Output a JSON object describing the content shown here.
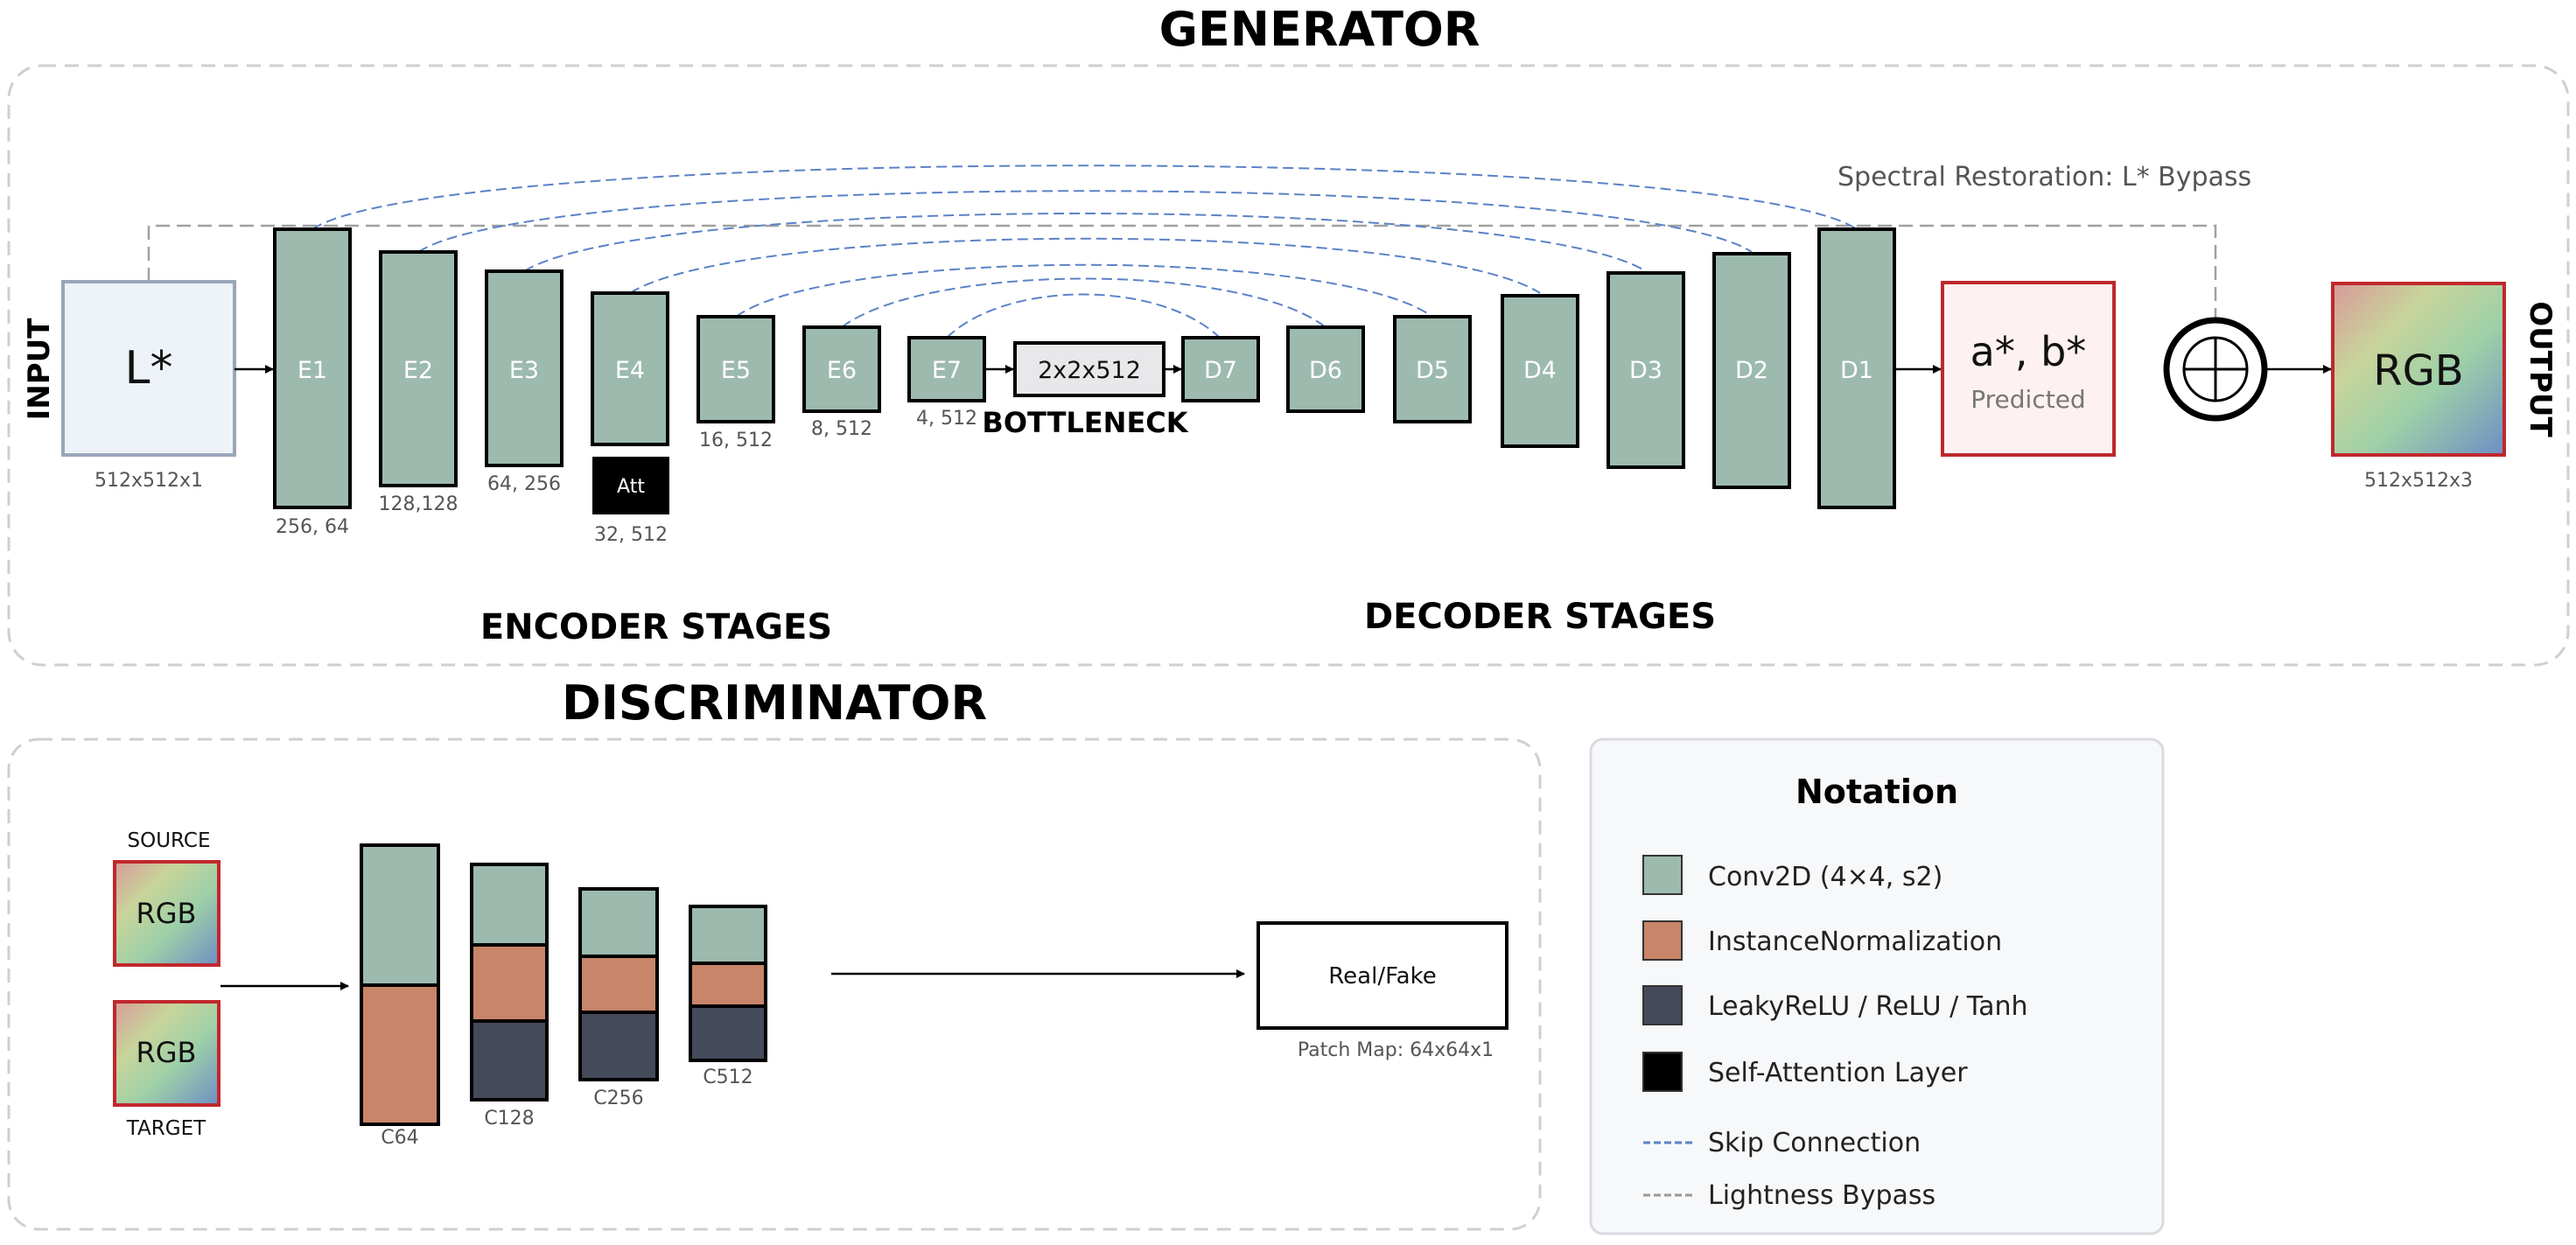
{
  "generator": {
    "title": "GENERATOR",
    "input_label": "INPUT",
    "output_label": "OUTPUT",
    "input_block": "L*",
    "input_dim": "512x512x1",
    "encoder_blocks": [
      {
        "label": "E1",
        "dim": "256, 64"
      },
      {
        "label": "E2",
        "dim": "128,128"
      },
      {
        "label": "E3",
        "dim": "64, 256"
      },
      {
        "label": "E4",
        "dim": "32, 512"
      },
      {
        "label": "E5",
        "dim": "16, 512"
      },
      {
        "label": "E6",
        "dim": "8, 512"
      },
      {
        "label": "E7",
        "dim": "4, 512"
      }
    ],
    "attention_label": "Att",
    "bottleneck_block": "2x2x512",
    "bottleneck_label": "BOTTLENECK",
    "decoder_blocks": [
      "D7",
      "D6",
      "D5",
      "D4",
      "D3",
      "D2",
      "D1"
    ],
    "predicted_main": "a*, b*",
    "predicted_sub": "Predicted",
    "output_block": "RGB",
    "output_dim": "512x512x3",
    "bypass_label": "Spectral Restoration: L* Bypass",
    "encoder_title": "ENCODER STAGES",
    "decoder_title": "DECODER STAGES"
  },
  "discriminator": {
    "title": "DISCRIMINATOR",
    "source_label": "SOURCE",
    "target_label": "TARGET",
    "rgb_label": "RGB",
    "stacks": [
      "C64",
      "C128",
      "C256",
      "C512"
    ],
    "output_label": "Real/Fake",
    "patch_map": "Patch Map: 64x64x1"
  },
  "notation": {
    "title": "Notation",
    "items": [
      {
        "label": "Conv2D (4×4, s2)",
        "color": "#9dbaae"
      },
      {
        "label": "InstanceNormalization",
        "color": "#c8856a"
      },
      {
        "label": "LeakyReLU / ReLU / Tanh",
        "color": "#454a5a"
      },
      {
        "label": "Self-Attention Layer",
        "color": "#000000"
      }
    ],
    "lines": [
      {
        "label": "Skip Connection",
        "color": "#5a82c8"
      },
      {
        "label": "Lightness Bypass",
        "color": "#999999"
      }
    ]
  },
  "colors": {
    "conv": "#9dbaae",
    "norm": "#c8856a",
    "act": "#454a5a",
    "skip": "#5a82c8",
    "bypass": "#a0a0a0",
    "predicted_border": "#c0282d"
  }
}
